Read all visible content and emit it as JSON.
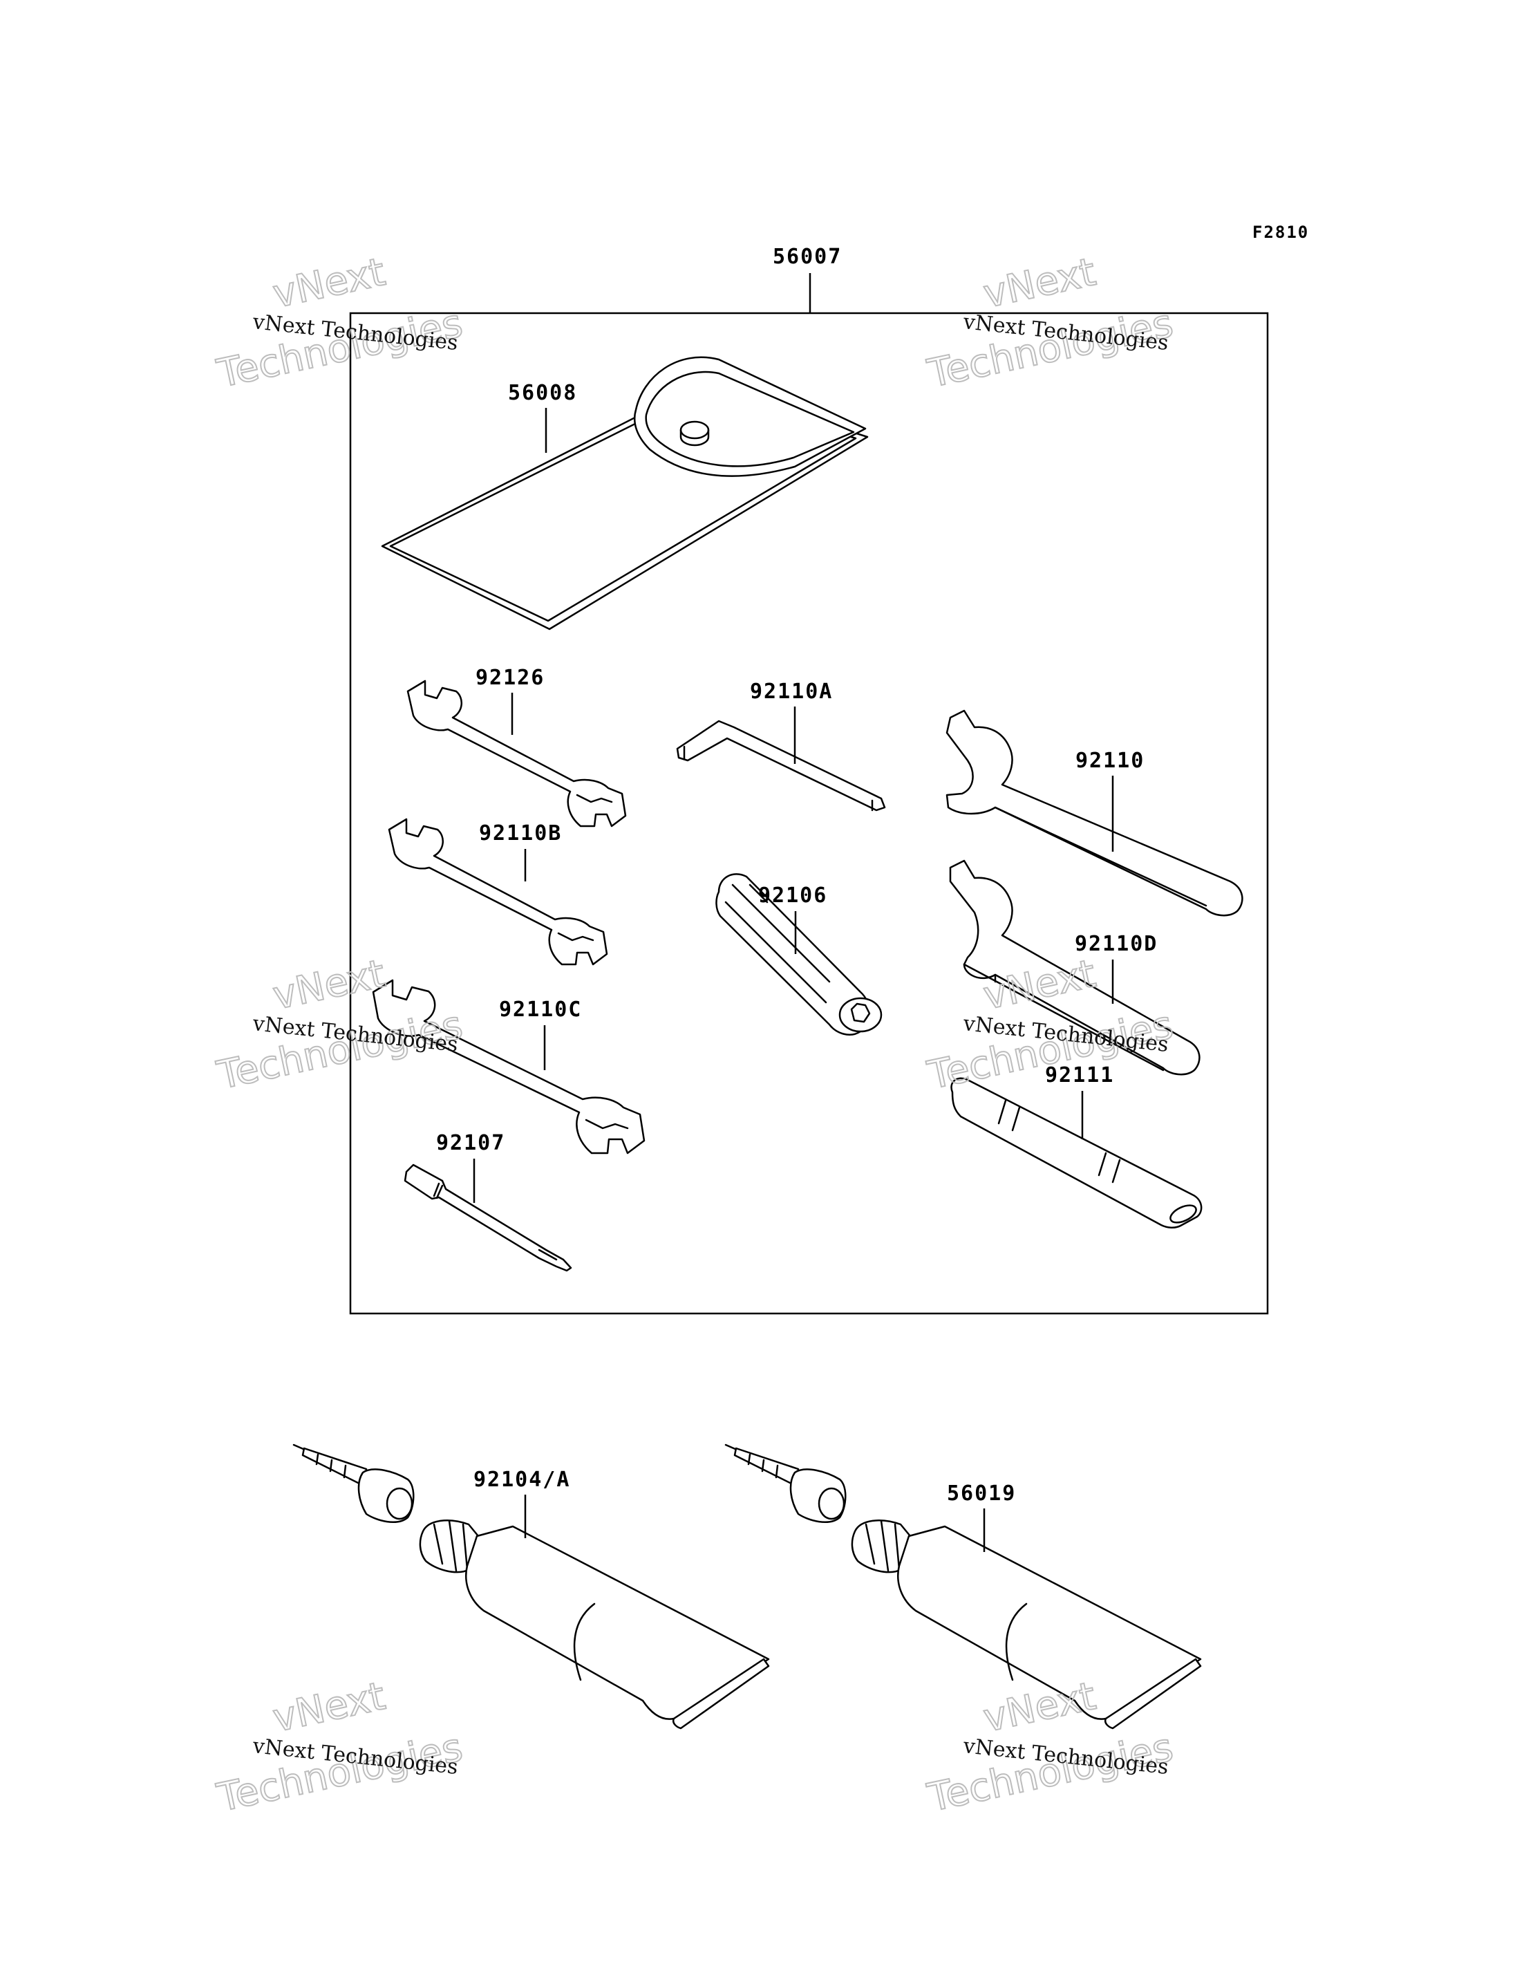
{
  "figure_code": "F2810",
  "kit_label": "56007",
  "parts": {
    "tool_bag": "56008",
    "wrench_a": "92126",
    "hex_key": "92110A",
    "spanner_large": "92110",
    "wrench_b": "92110B",
    "socket": "92106",
    "wrench_c": "92110C",
    "spanner_d": "92110D",
    "handle": "92111",
    "screwdriver_bit": "92107",
    "tube_left": "92104/A",
    "tube_right": "56019"
  },
  "watermark": {
    "line_small": "vNext Technologies",
    "line_big_1": "vNext",
    "line_big_2": "Technologies"
  }
}
